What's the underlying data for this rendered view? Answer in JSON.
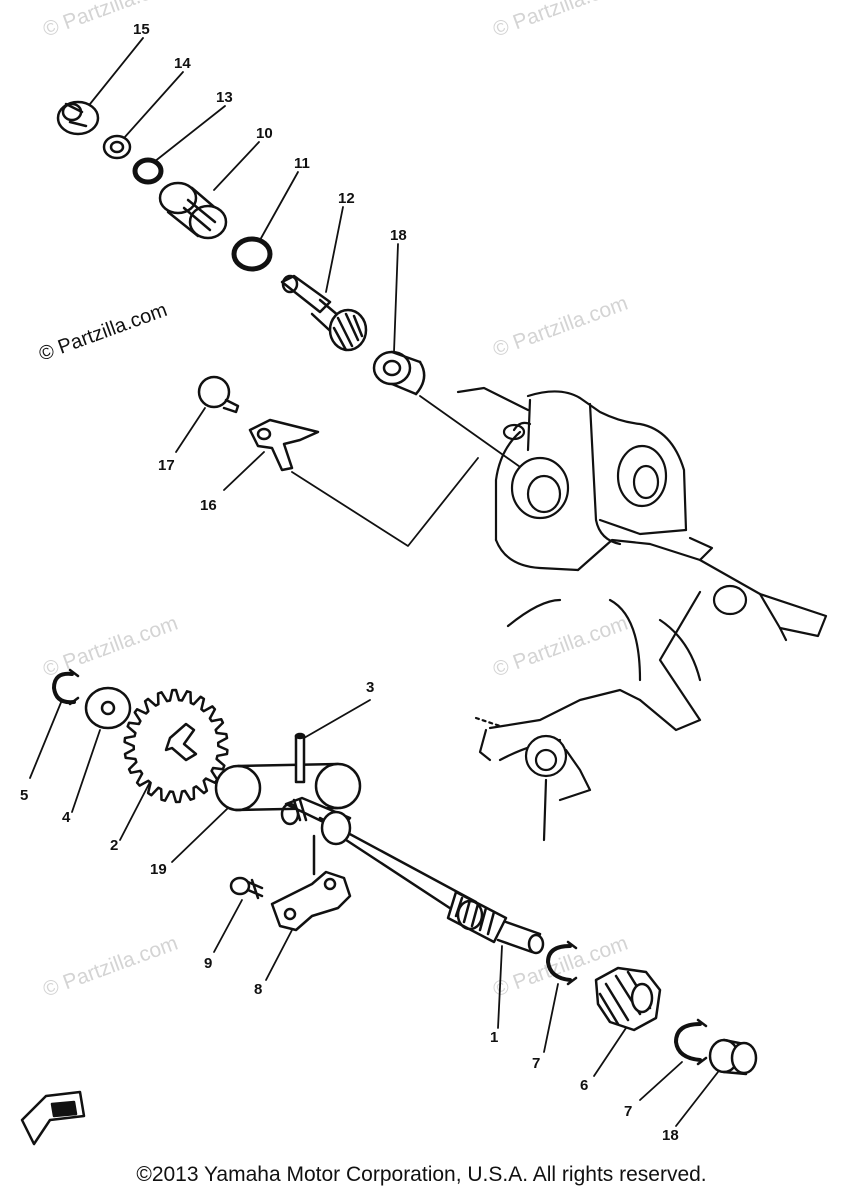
{
  "watermarks": {
    "main": "© Partzilla.com",
    "faint": "© Partzilla.com"
  },
  "callouts": {
    "n15": "15",
    "n14": "14",
    "n13": "13",
    "n10": "10",
    "n11": "11",
    "n12": "12",
    "n18a": "18",
    "n17": "17",
    "n16": "16",
    "n3": "3",
    "n5": "5",
    "n4": "4",
    "n2": "2",
    "n19": "19",
    "n9": "9",
    "n8": "8",
    "n1": "1",
    "n7a": "7",
    "n6": "6",
    "n7b": "7",
    "n18b": "18"
  },
  "footer": {
    "copyright": "©2013 Yamaha Motor Corporation, U.S.A. All rights reserved."
  },
  "colors": {
    "ink": "#111111",
    "watermark": "#d4d4d4"
  }
}
